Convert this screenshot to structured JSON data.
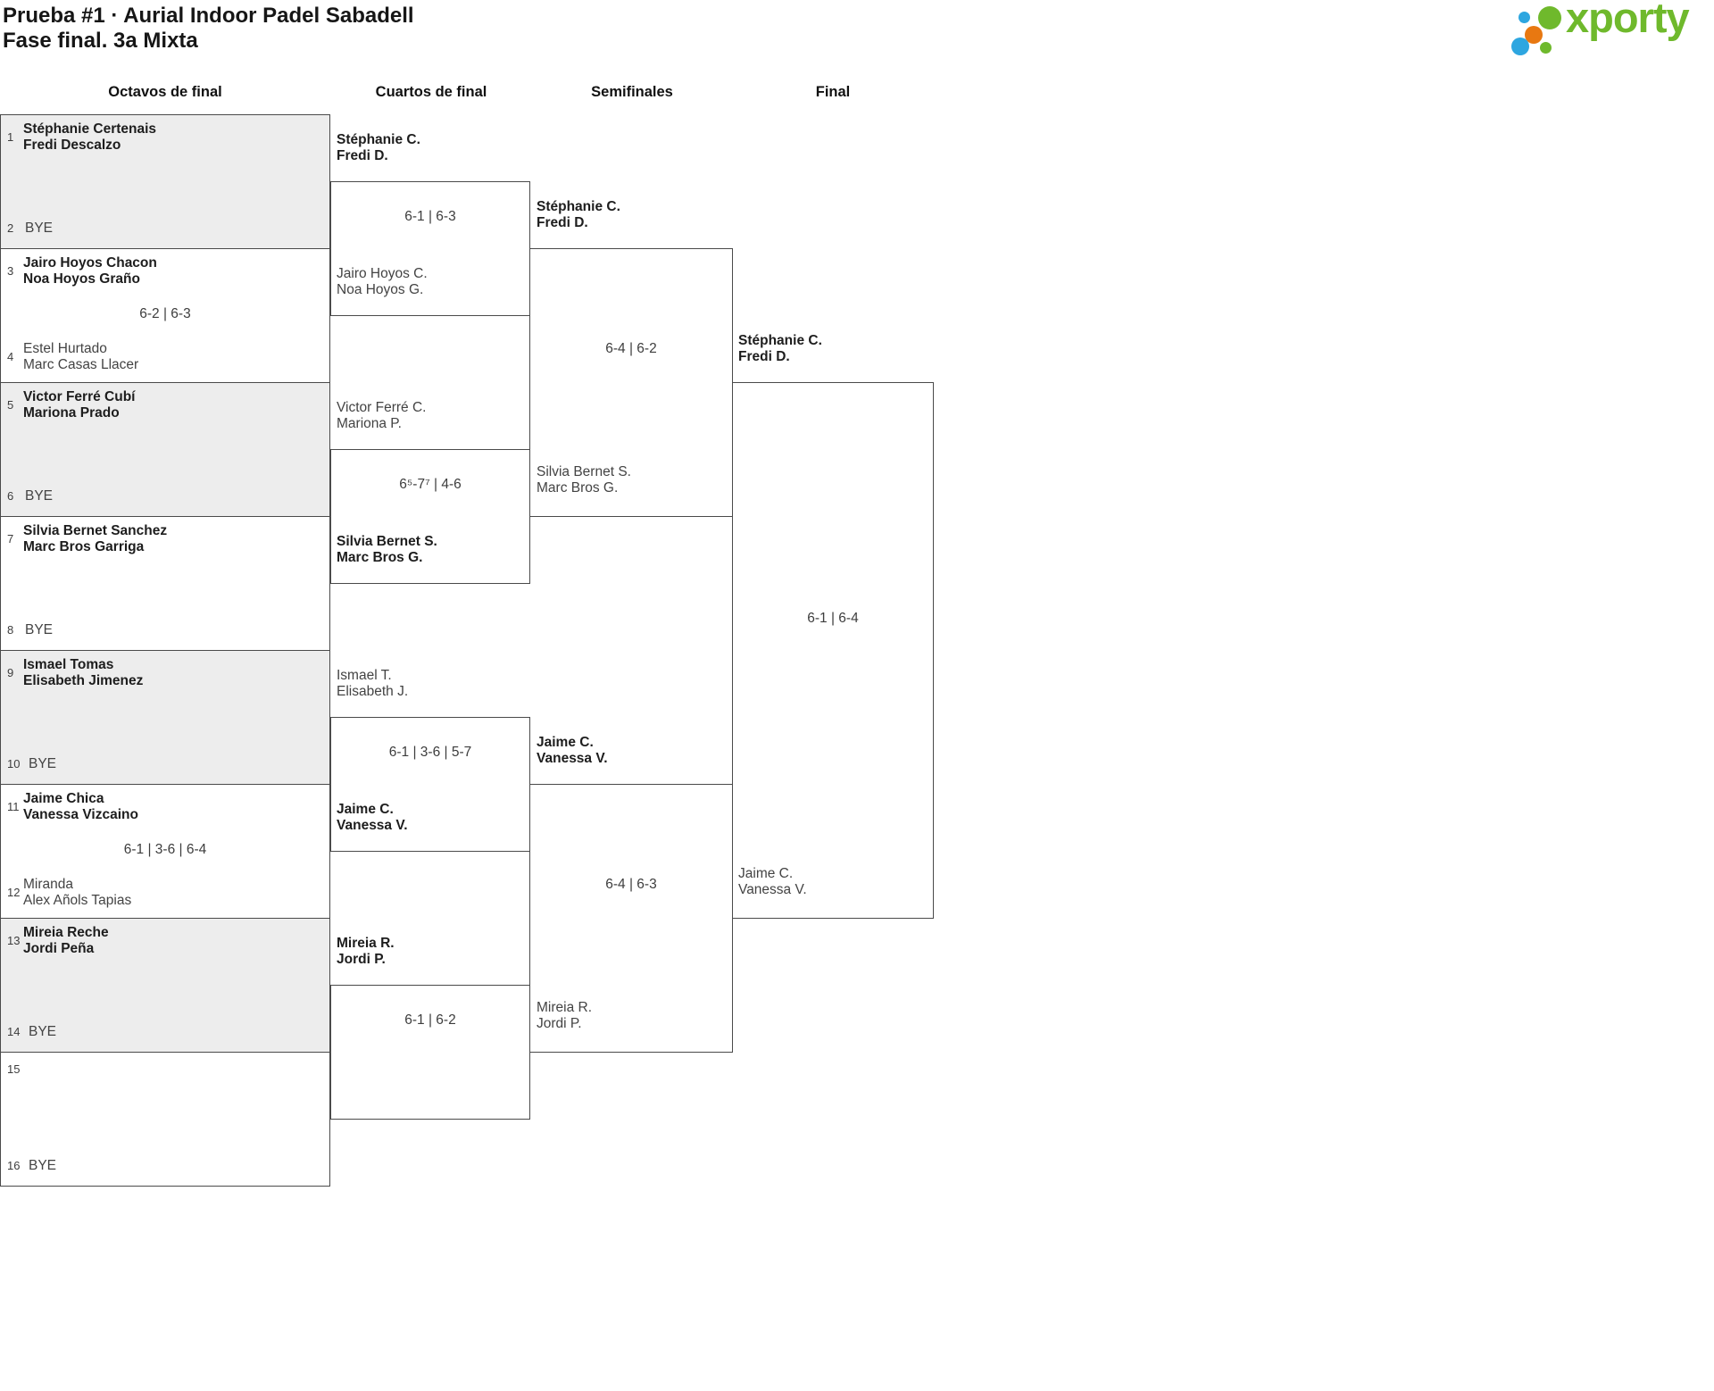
{
  "header": {
    "title_line1": "Prueba #1 · Aurial Indoor Padel Sabadell",
    "title_line2": "Fase final. 3a Mixta"
  },
  "logo": {
    "brand": "xporty",
    "colors": {
      "green": "#6fb92c",
      "blue": "#2da6e0",
      "orange": "#e87811"
    }
  },
  "round_labels": [
    "Octavos de final",
    "Cuartos de final",
    "Semifinales",
    "Final"
  ],
  "chart_data": {
    "type": "table",
    "title": "Prueba #1 · Aurial Indoor Padel Sabadell — Fase final. 3a Mixta",
    "rounds": [
      "Octavos de final",
      "Cuartos de final",
      "Semifinales",
      "Final"
    ],
    "r16": [
      {
        "top": {
          "seed": "1",
          "line1": "Stéphanie Certenais",
          "line2": "Fredi Descalzo"
        },
        "score": "",
        "bottom": {
          "seed": "2",
          "line1": "BYE",
          "line2": ""
        }
      },
      {
        "top": {
          "seed": "3",
          "line1": "Jairo Hoyos Chacon",
          "line2": "Noa Hoyos Graño"
        },
        "score": "6-2 | 6-3",
        "bottom": {
          "seed": "4",
          "line1": "Estel Hurtado",
          "line2": "Marc Casas Llacer"
        }
      },
      {
        "top": {
          "seed": "5",
          "line1": "Victor Ferré Cubí",
          "line2": "Mariona Prado"
        },
        "score": "",
        "bottom": {
          "seed": "6",
          "line1": "BYE",
          "line2": ""
        }
      },
      {
        "top": {
          "seed": "7",
          "line1": "Silvia Bernet Sanchez",
          "line2": "Marc Bros Garriga"
        },
        "score": "",
        "bottom": {
          "seed": "8",
          "line1": "BYE",
          "line2": ""
        }
      },
      {
        "top": {
          "seed": "9",
          "line1": "Ismael Tomas",
          "line2": "Elisabeth Jimenez"
        },
        "score": "",
        "bottom": {
          "seed": "10",
          "line1": "BYE",
          "line2": ""
        }
      },
      {
        "top": {
          "seed": "11",
          "line1": "Jaime Chica",
          "line2": "Vanessa Vizcaino"
        },
        "score": "6-1 | 3-6 | 6-4",
        "bottom": {
          "seed": "12",
          "line1": "Miranda",
          "line2": "Alex Añols Tapias"
        }
      },
      {
        "top": {
          "seed": "13",
          "line1": "Mireia Reche",
          "line2": "Jordi Peña"
        },
        "score": "",
        "bottom": {
          "seed": "14",
          "line1": "BYE",
          "line2": ""
        }
      },
      {
        "top": {
          "seed": "15",
          "line1": "",
          "line2": ""
        },
        "score": "",
        "bottom": {
          "seed": "16",
          "line1": "BYE",
          "line2": ""
        }
      }
    ],
    "qf": [
      {
        "top": {
          "line1": "Stéphanie C.",
          "line2": "Fredi D."
        },
        "score": "6-1 | 6-3",
        "bottom": {
          "line1": "Jairo Hoyos C.",
          "line2": "Noa Hoyos G."
        }
      },
      {
        "top": {
          "line1": "Victor Ferré C.",
          "line2": "Mariona P."
        },
        "score": "6⁵-7⁷ | 4-6",
        "bottom": {
          "line1": "Silvia Bernet S.",
          "line2": "Marc Bros G."
        }
      },
      {
        "top": {
          "line1": "Ismael T.",
          "line2": "Elisabeth J."
        },
        "score": "6-1 | 3-6 | 5-7",
        "bottom": {
          "line1": "Jaime C.",
          "line2": "Vanessa V."
        }
      },
      {
        "top": {
          "line1": "Mireia R.",
          "line2": "Jordi P."
        },
        "score": "6-1 | 6-2",
        "bottom": {
          "line1": "",
          "line2": ""
        }
      }
    ],
    "sf": [
      {
        "top": {
          "line1": "Stéphanie C.",
          "line2": "Fredi D."
        },
        "score": "6-4 | 6-2",
        "bottom": {
          "line1": "Silvia Bernet S.",
          "line2": "Marc Bros G."
        }
      },
      {
        "top": {
          "line1": "Jaime C.",
          "line2": "Vanessa V."
        },
        "score": "6-4 | 6-3",
        "bottom": {
          "line1": "Mireia R.",
          "line2": "Jordi P."
        }
      }
    ],
    "final": {
      "top": {
        "line1": "Stéphanie C.",
        "line2": "Fredi D."
      },
      "score": "6-1 | 6-4",
      "bottom": {
        "line1": "Jaime C.",
        "line2": "Vanessa V."
      }
    }
  }
}
